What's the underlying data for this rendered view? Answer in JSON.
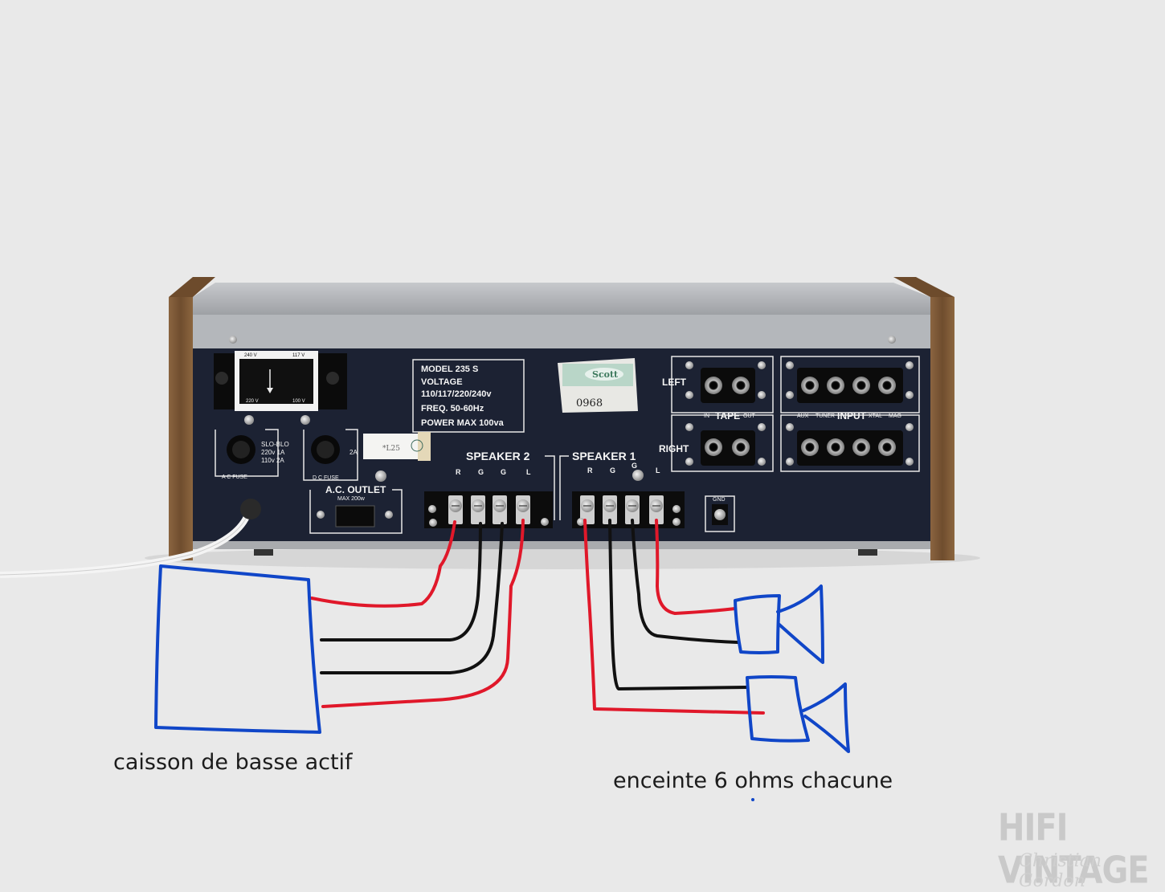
{
  "amp": {
    "model_plate": {
      "line1": "MODEL 235   S",
      "line2": "VOLTAGE",
      "line3": "110/117/220/240v",
      "line4": "FREQ. 50-60Hz",
      "line5": "POWER MAX 100va"
    },
    "voltage_selector": {
      "tl": "240 V",
      "tr": "117 V",
      "bl": "220 V",
      "br": "100 V"
    },
    "ac_fuse": "A C FUSE",
    "dc_fuse": "D C FUSE",
    "fuse_rating": {
      "l1": "SLO-BLO",
      "l2": "220v  1A",
      "l3": "110v  2A",
      "dc": "2A"
    },
    "ac_outlet": {
      "title": "A.C. OUTLET",
      "max": "MAX 200w"
    },
    "speaker2": {
      "title": "SPEAKER 2",
      "terminals": [
        "R",
        "G",
        "G",
        "L"
      ]
    },
    "speaker1": {
      "title": "SPEAKER 1",
      "terminals": [
        "R",
        "G",
        "G",
        "L"
      ]
    },
    "gnd": "GND",
    "left": "LEFT",
    "right": "RIGHT",
    "tape": {
      "in": "IN",
      "title": "TAPE",
      "out": "OUT"
    },
    "input": {
      "aux": "AUX",
      "tuner": "TUNER",
      "title": "INPUT",
      "xtal": "XTAL",
      "mag": "MAG"
    },
    "label_brand": "Scott",
    "serial": "0968",
    "sticker": "*L25"
  },
  "annotations": {
    "subwoofer_caption": "caisson de basse actif",
    "speakers_caption": "enceinte 6 ohms chacune"
  },
  "colors": {
    "wire_red": "#e0182a",
    "wire_black": "#111111",
    "drawing_blue": "#1046c8",
    "panel": "#1c2233",
    "wood": "#7a5634"
  },
  "watermark": {
    "brand": "HIFI VINTAGE",
    "signature": "Christian Gordon"
  }
}
